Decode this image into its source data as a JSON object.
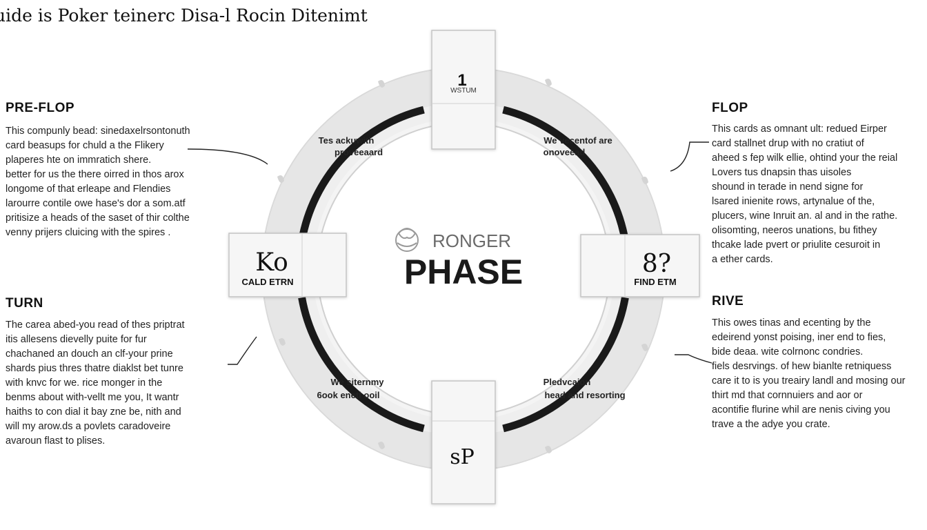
{
  "title": "uide is Poker teinerc Disa-l Rocin Ditenimt",
  "sections": {
    "pre_flop": {
      "heading": "PRE-FLOP",
      "lines": [
        "This compunly bead: sinedaxelrsontonuth",
        "card beasups for chuld a the Flikery",
        "plaperes hte on immratich shere.",
        "better for us the there oirred in thos arox",
        "longome of that erleape and Flendies",
        "larourre contile owe hase's dor a som.atf",
        "pritisize a heads of the saset of thir colthe",
        "venny prijers cluicing with the spires ."
      ]
    },
    "turn": {
      "heading": "TURN",
      "lines": [
        "The carea abed-you read of thes priptrat",
        "itis allesens dievelly puite for fur",
        "chachaned an douch an clf-your prine",
        "shards pius thres thatre diaklst bet tunre",
        "with knvc for we. rice monger in the",
        "benms about with-vellt me you, It wantr",
        "haiths to con dial it bay zne be, nith and",
        "will my arow.ds a povlets caradoveire",
        "avaroun flast to plises."
      ]
    },
    "flop": {
      "heading": "FLOP",
      "lines": [
        "This cards as omnant ult: redued Eirper",
        "card stallnet drup with no cratiut of",
        "aheed s fep wilk ellie, ohtind your the reial",
        "Lovers tus dnapsin thas uisoles",
        "shound in terade in nend signe for",
        "lsared inienite rows, artynalue of the,",
        "plucers, wine Inruit an. al and in the rathe.",
        "olisomting, neeros unations, bu fithey",
        "thcake lade pvert or priulite cesuroit in",
        "a ether cards."
      ]
    },
    "rive": {
      "heading": "RIVE",
      "lines": [
        "This owes tinas and ecenting by the",
        "edeirend yonst poising, iner end to fies,",
        "bide deaa. wite colrnonc condries.",
        "fiels desrvings. of hew bianlte retniquess",
        "care it to is you treairy landl and mosing our",
        "thirt md that cornnuiers and aor or",
        "acontifie flurine whil are nenis civing you",
        "trave a the adye you crate."
      ]
    }
  },
  "ring": {
    "center_subtitle": "RONGER",
    "center_title": "PHASE",
    "top_tab": {
      "number": "1",
      "label": "WSTUM"
    },
    "left_tab": {
      "symbol": "Ko",
      "label": "CALD ETRN"
    },
    "right_tab": {
      "symbol": "8?",
      "label": "FIND ETM"
    },
    "bottom_tab": {
      "symbol": "sP"
    },
    "segment_labels": {
      "top_left": [
        "Tes ackuwith",
        "proveeaard"
      ],
      "top_right": [
        "We vecentof are",
        "onoveead"
      ],
      "bottom_left": [
        "We siternmy",
        "6ook enetl ooil"
      ],
      "bottom_right": [
        "Pledvcaion",
        "head and resorting"
      ]
    }
  },
  "colors": {
    "ring_fill": "#ececec",
    "ring_edge": "#d2d2d2",
    "arc_stroke": "#1a1a1a",
    "tab_fill": "#f6f6f6",
    "tab_edge": "#c4c4c4",
    "text": "#111111"
  },
  "icons": [
    "poker-chip-logo-icon",
    "leaf-ornament-icon"
  ]
}
